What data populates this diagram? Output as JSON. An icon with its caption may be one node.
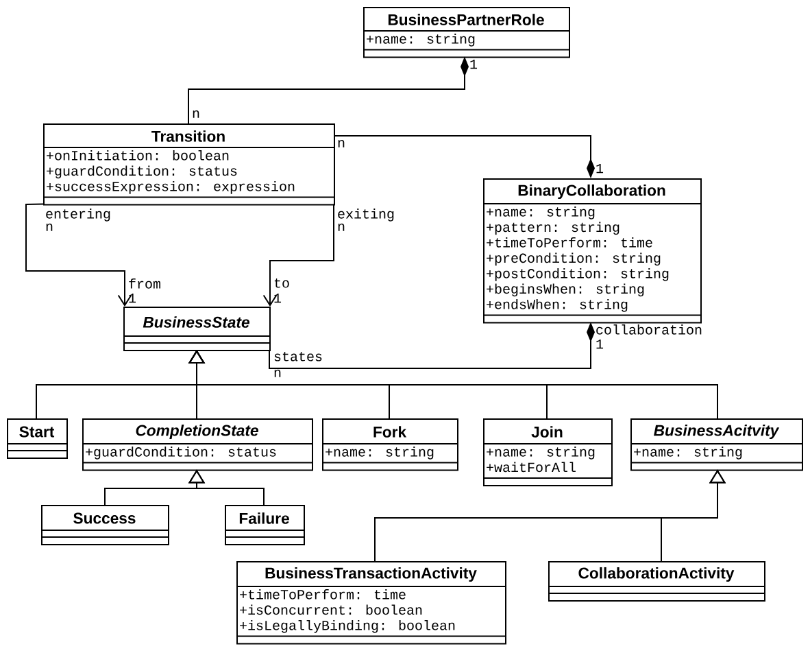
{
  "diagram": {
    "nodes": [
      {
        "text": [
          "BusinessPartnerRole",
          "+name: string"
        ]
      },
      {
        "text": [
          "Transition",
          "+onInitiation: boolean",
          "+guardCondition: status",
          "+successExpression: expression"
        ]
      },
      {
        "text": [
          "BinaryCollaboration",
          "+name: string",
          "+pattern: string",
          "+timeToPerform: time",
          "+preCondition: string",
          "+postCondition: string",
          "+beginsWhen: string",
          "+endsWhen: string"
        ]
      },
      {
        "text": [
          "BusinessState"
        ]
      },
      {
        "text": [
          "Start"
        ]
      },
      {
        "text": [
          "CompletionState",
          "+guardCondition: status"
        ]
      },
      {
        "text": [
          "Fork",
          "+name: string"
        ]
      },
      {
        "text": [
          "Join",
          "+name: string",
          "+waitForAll"
        ]
      },
      {
        "text": [
          "BusinessAcitvity",
          "+name: string"
        ]
      },
      {
        "text": [
          "Success"
        ]
      },
      {
        "text": [
          "Failure"
        ]
      },
      {
        "text": [
          "BusinessTransactionActivity",
          "+timeToPerform: time",
          "+isConcurrent: boolean",
          "+isLegallyBinding: boolean"
        ]
      },
      {
        "text": [
          "CollaborationActivity"
        ]
      }
    ],
    "edges": [
      {
        "from": 1,
        "to": 0,
        "arrow": "other"
      },
      {
        "from": 1,
        "to": 2,
        "arrow": "other"
      },
      {
        "from": 1,
        "to": 3,
        "arrow": "to"
      },
      {
        "from": 1,
        "to": 3,
        "arrow": "to"
      },
      {
        "from": 3,
        "to": 2,
        "arrow": "other"
      },
      {
        "from": 4,
        "to": 3,
        "arrow": "to"
      },
      {
        "from": 5,
        "to": 3,
        "arrow": "to"
      },
      {
        "from": 6,
        "to": 3,
        "arrow": "to"
      },
      {
        "from": 7,
        "to": 3,
        "arrow": "to"
      },
      {
        "from": 8,
        "to": 3,
        "arrow": "to"
      },
      {
        "from": 9,
        "to": 5,
        "arrow": "to"
      },
      {
        "from": 10,
        "to": 5,
        "arrow": "to"
      },
      {
        "from": 11,
        "to": 8,
        "arrow": "to"
      },
      {
        "from": 12,
        "to": 8,
        "arrow": "to"
      }
    ],
    "labels": [
      "1",
      "n",
      "n",
      "1",
      "entering",
      "exiting",
      "n",
      "n",
      "from",
      "to",
      "1",
      "1",
      "collaboration",
      "1",
      "states",
      "n"
    ]
  }
}
